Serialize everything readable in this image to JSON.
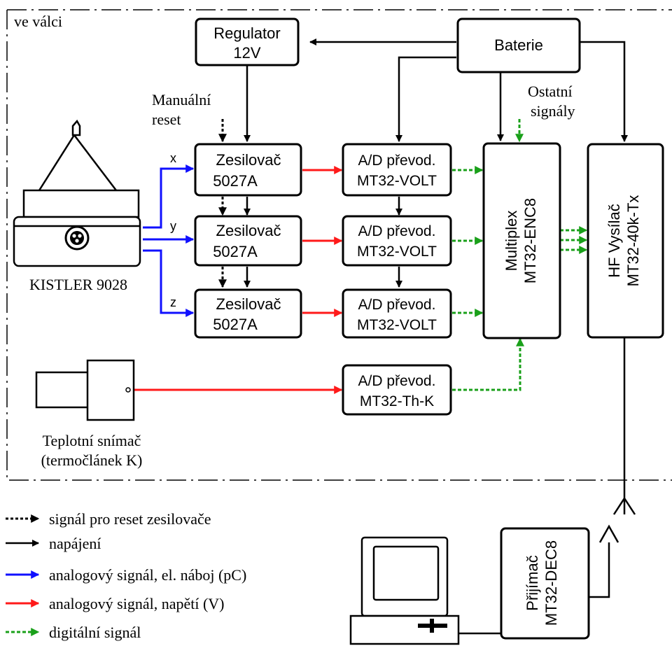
{
  "frame_label": "ve válci",
  "blocks": {
    "regulator": {
      "line1": "Regulator",
      "line2": "12V"
    },
    "baterie": {
      "label": "Baterie"
    },
    "amp_x": {
      "line1": "Zesilovač",
      "line2": "5027A"
    },
    "amp_y": {
      "line1": "Zesilovač",
      "line2": "5027A"
    },
    "amp_z": {
      "line1": "Zesilovač",
      "line2": "5027A"
    },
    "ad_x": {
      "line1": "A/D převod.",
      "line2": "MT32-VOLT"
    },
    "ad_y": {
      "line1": "A/D převod.",
      "line2": "MT32-VOLT"
    },
    "ad_z": {
      "line1": "A/D převod.",
      "line2": "MT32-VOLT"
    },
    "ad_th": {
      "line1": "A/D převod.",
      "line2": "MT32-Th-K"
    },
    "multiplex": {
      "line1": "Multiplex",
      "line2": "MT32-ENC8"
    },
    "hf": {
      "line1": "HF Vysílač",
      "line2": "MT32-40k-Tx"
    },
    "receiver": {
      "line1": "Přijímač",
      "line2": "MT32-DEC8"
    }
  },
  "labels": {
    "manual_reset": [
      "Manuální",
      "reset"
    ],
    "other_signals": [
      "Ostatní",
      "signály"
    ],
    "axis_x": "x",
    "axis_y": "y",
    "axis_z": "z",
    "sensor_name": "KISTLER 9028",
    "temp_sensor": [
      "Teplotní snímač",
      "(termočlánek K)"
    ]
  },
  "legend": [
    {
      "label": "signál pro reset zesilovače",
      "style": "dotted-black",
      "color": "#000000"
    },
    {
      "label": "napájení",
      "style": "solid-black",
      "color": "#000000"
    },
    {
      "label": "analogový signál, el. náboj (pC)",
      "style": "solid-blue",
      "color": "#1010ff"
    },
    {
      "label": "analogový signál, napětí (V)",
      "style": "solid-red",
      "color": "#ff1a1a"
    },
    {
      "label": "digitální signál",
      "style": "dotted-green",
      "color": "#1aa01a"
    }
  ]
}
